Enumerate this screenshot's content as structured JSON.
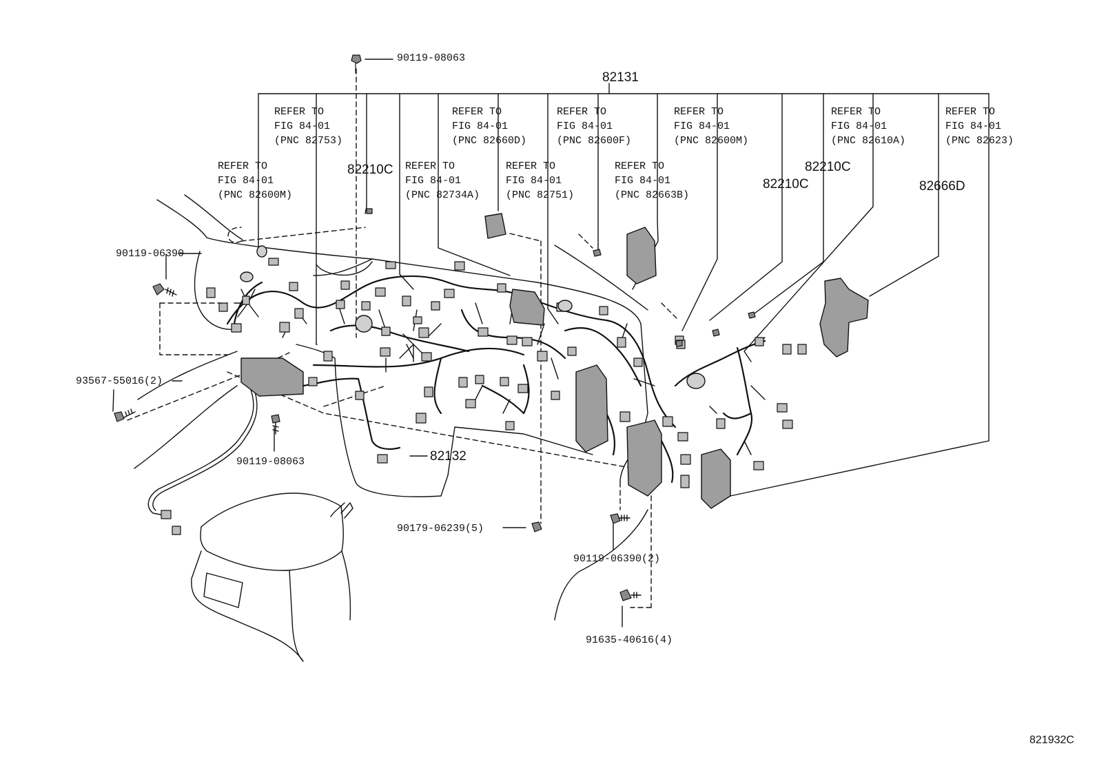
{
  "diagram": {
    "figure_id": "821932C",
    "main_harness": "82131",
    "sub_harness": "82132",
    "refer_notes": [
      {
        "l1": "REFER TO",
        "l2": "FIG 84-01",
        "l3": "(PNC 82753)"
      },
      {
        "l1": "REFER TO",
        "l2": "FIG 84-01",
        "l3": "(PNC 82600M)"
      },
      {
        "l1": "REFER TO",
        "l2": "FIG 84-01",
        "l3": "(PNC 82734A)"
      },
      {
        "l1": "REFER TO",
        "l2": "FIG 84-01",
        "l3": "(PNC 82660D)"
      },
      {
        "l1": "REFER TO",
        "l2": "FIG 84-01",
        "l3": "(PNC 82751)"
      },
      {
        "l1": "REFER TO",
        "l2": "FIG 84-01",
        "l3": "(PNC 82600F)"
      },
      {
        "l1": "REFER TO",
        "l2": "FIG 84-01",
        "l3": "(PNC 82663B)"
      },
      {
        "l1": "REFER TO",
        "l2": "FIG 84-01",
        "l3": "(PNC 82600M)"
      },
      {
        "l1": "REFER TO",
        "l2": "FIG 84-01",
        "l3": "(PNC 82610A)"
      },
      {
        "l1": "REFER TO",
        "l2": "FIG 84-01",
        "l3": "(PNC 82623)"
      }
    ],
    "parts": {
      "bolt_top": "90119-08063",
      "clamp_a": "82210C",
      "clamp_b": "82210C",
      "clamp_c": "82210C",
      "bracket": "82666D",
      "bolt_left": "90119-06390",
      "screw_left": "93567-55016(2)",
      "bolt_bottom": "90119-08063",
      "nut": "90179-06239(5)",
      "bolt_right": "90119-06390(2)",
      "bolt_lower": "91635-40616(4)"
    }
  }
}
